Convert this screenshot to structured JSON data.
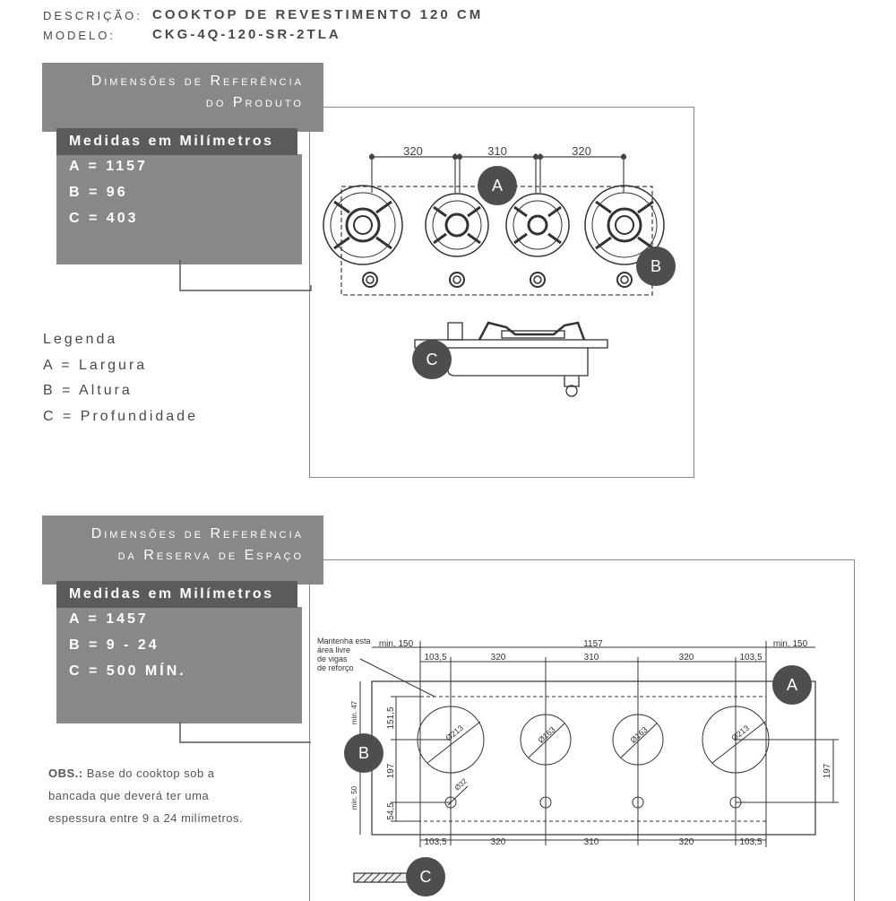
{
  "header": {
    "description_label": "Descrição:",
    "description_value": "COOKTOP DE REVESTIMENTO 120 CM",
    "model_label": "Modelo:",
    "model_value": "CKG-4Q-120-SR-2TLA"
  },
  "product_section": {
    "title_line1": "Dimensões de Referência",
    "title_line2": "do Produto",
    "units_heading": "Medidas em Milímetros",
    "measures": [
      "A = 1157",
      "B = 96",
      "C = 403"
    ],
    "drawing": {
      "dims": [
        "320",
        "310",
        "320"
      ],
      "markers": [
        "A",
        "B",
        "C"
      ]
    }
  },
  "legend": {
    "heading": "Legenda",
    "items": [
      "A = Largura",
      "B = Altura",
      "C = Profundidade"
    ]
  },
  "space_section": {
    "title_line1": "Dimensões de Referência",
    "title_line2": "da Reserva de Espaço",
    "units_heading": "Medidas em Milímetros",
    "measures": [
      "A = 1457",
      "B = 9 - 24",
      "C = 500 MÍN."
    ],
    "obs_label": "OBS.:",
    "obs_text": "Base do cooktop sob a bancada que deverá ter uma espessura entre 9 a 24 milímetros.",
    "drawing": {
      "note": [
        "Mantenha esta",
        "área livre",
        "de vigas",
        "de reforço"
      ],
      "top_dims": [
        "min. 150",
        "1157",
        "min. 150"
      ],
      "row_dims": [
        "103,5",
        "320",
        "310",
        "320",
        "103,5"
      ],
      "bottom_dims": [
        "103,5",
        "320",
        "310",
        "320",
        "103,5"
      ],
      "left_dims": [
        "min. 47",
        "151,5",
        "197",
        "min. 50",
        "54,5"
      ],
      "right_dim": "197",
      "diameters": [
        "Ø213",
        "Ø163",
        "Ø163",
        "Ø213",
        "Ø32"
      ],
      "markers": [
        "A",
        "B",
        "C"
      ]
    }
  }
}
